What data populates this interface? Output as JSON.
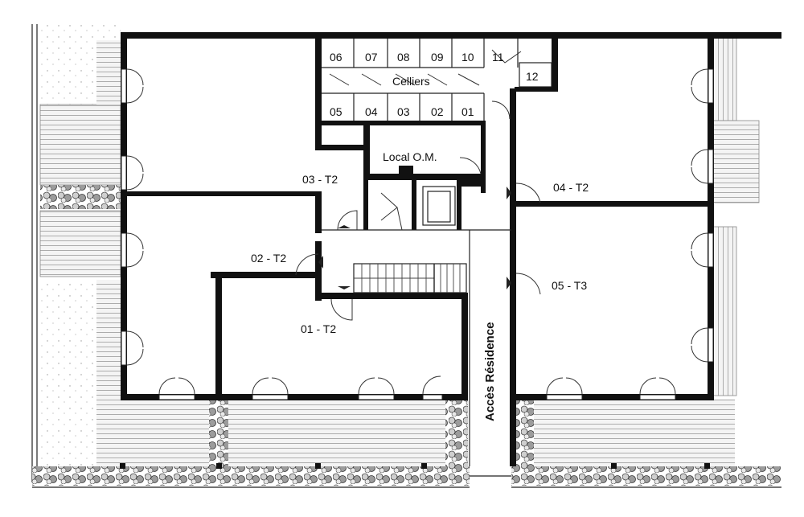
{
  "apartments": [
    {
      "id": "03",
      "label": "03 - T2"
    },
    {
      "id": "04",
      "label": "04 - T2"
    },
    {
      "id": "02",
      "label": "02 - T2"
    },
    {
      "id": "05",
      "label": "05 - T3"
    },
    {
      "id": "01",
      "label": "01 - T2"
    }
  ],
  "storage": {
    "title": "Celliers",
    "top_row": [
      "06",
      "07",
      "08",
      "09",
      "10",
      "11"
    ],
    "bottom_row": [
      "05",
      "04",
      "03",
      "02",
      "01"
    ],
    "extra": "12"
  },
  "local_om": "Local O.M.",
  "acces": "Accès Résidence"
}
